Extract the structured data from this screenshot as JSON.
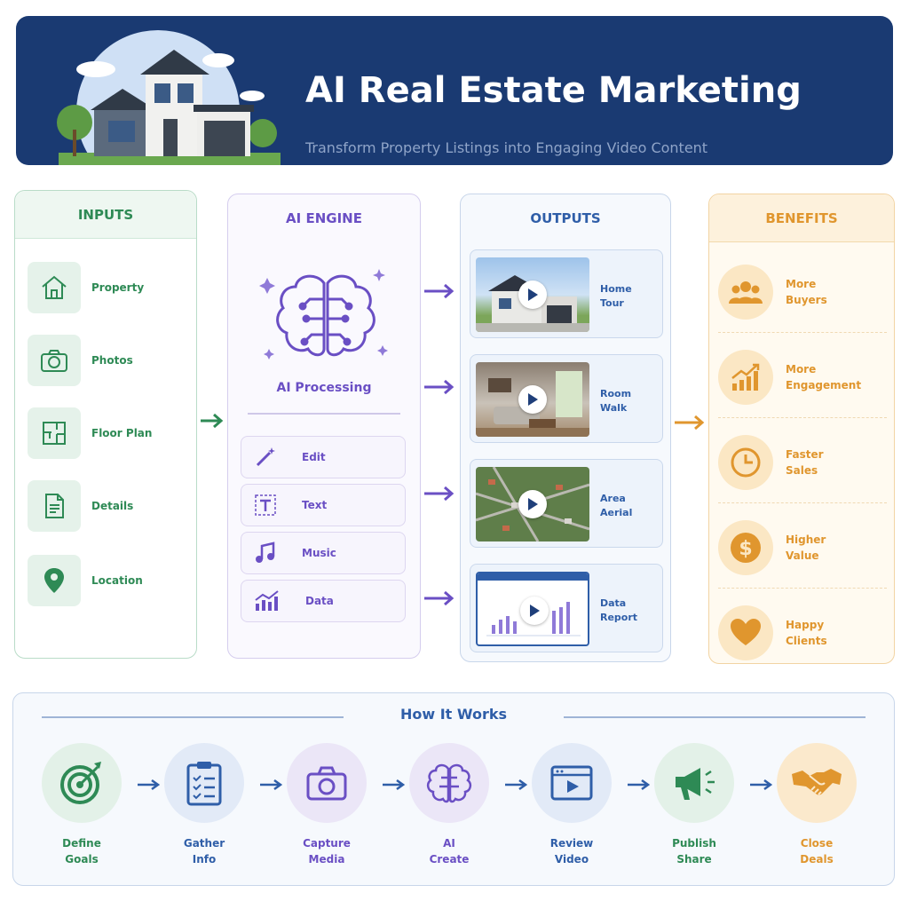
{
  "header": {
    "title": "AI Real Estate Marketing",
    "subtitle": "Transform Property Listings into Engaging Video Content"
  },
  "inputs": {
    "title": "INPUTS",
    "items": [
      {
        "icon": "home-icon",
        "label": "Property"
      },
      {
        "icon": "camera-icon",
        "label": "Photos"
      },
      {
        "icon": "floor-plan-icon",
        "label": "Floor Plan"
      },
      {
        "icon": "document-icon",
        "label": "Details"
      },
      {
        "icon": "location-pin-icon",
        "label": "Location"
      }
    ]
  },
  "ai": {
    "title": "AI ENGINE",
    "brain_label": "AI Processing",
    "tools": [
      {
        "icon": "magic-wand-icon",
        "label": "Edit"
      },
      {
        "icon": "text-icon",
        "label": "Text"
      },
      {
        "icon": "music-note-icon",
        "label": "Music"
      },
      {
        "icon": "chart-icon",
        "label": "Data"
      }
    ]
  },
  "outputs": {
    "title": "OUTPUTS",
    "items": [
      {
        "line1": "Home",
        "line2": "Tour"
      },
      {
        "line1": "Room",
        "line2": "Walk"
      },
      {
        "line1": "Area",
        "line2": "Aerial"
      },
      {
        "line1": "Data",
        "line2": "Report"
      }
    ]
  },
  "benefits": {
    "title": "BENEFITS",
    "items": [
      {
        "icon": "people-icon",
        "line1": "More",
        "line2": "Buyers"
      },
      {
        "icon": "growth-chart-icon",
        "line1": "More",
        "line2": "Engagement"
      },
      {
        "icon": "clock-icon",
        "line1": "Faster",
        "line2": "Sales"
      },
      {
        "icon": "dollar-icon",
        "line1": "Higher",
        "line2": "Value"
      },
      {
        "icon": "heart-icon",
        "line1": "Happy",
        "line2": "Clients"
      }
    ]
  },
  "process": {
    "title": "How It Works",
    "steps": [
      {
        "icon": "target-icon",
        "line1": "Define",
        "line2": "Goals",
        "color": "#2e8a55",
        "bg": "#e3f1e8"
      },
      {
        "icon": "clipboard-icon",
        "line1": "Gather",
        "line2": "Info",
        "color": "#2f5ea8",
        "bg": "#e2eaf7"
      },
      {
        "icon": "camera-icon",
        "line1": "Capture",
        "line2": "Media",
        "color": "#6a4fc4",
        "bg": "#ebe6f7"
      },
      {
        "icon": "brain-icon",
        "line1": "AI",
        "line2": "Create",
        "color": "#6a4fc4",
        "bg": "#ebe6f7"
      },
      {
        "icon": "video-icon",
        "line1": "Review",
        "line2": "Video",
        "color": "#2f5ea8",
        "bg": "#e2eaf7"
      },
      {
        "icon": "megaphone-icon",
        "line1": "Publish",
        "line2": "Share",
        "color": "#2e8a55",
        "bg": "#e3f1e8"
      },
      {
        "icon": "handshake-icon",
        "line1": "Close",
        "line2": "Deals",
        "color": "#e0962e",
        "bg": "#fbe9cc"
      }
    ]
  },
  "colors": {
    "navy": "#1a3a72",
    "green": "#2e8a55",
    "purple": "#6a4fc4",
    "blue": "#2f5ea8",
    "orange": "#e0962e"
  }
}
